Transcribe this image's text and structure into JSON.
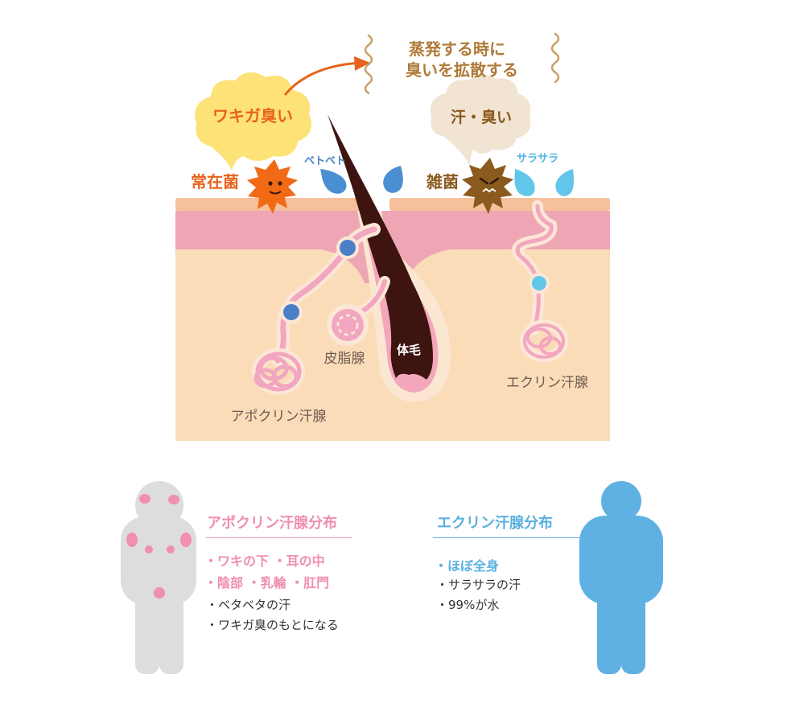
{
  "colors": {
    "apocrine": "#f08fae",
    "eccrine": "#5ab0e0",
    "skin_top": "#f6c09c",
    "dermis": "#eea6b4",
    "tissue": "#fadcb8",
    "gland": "#f2a6bf",
    "hair": "#3d1410",
    "orange_text": "#e8631c",
    "brown_text": "#8a5a1e",
    "wavy": "#c8a066",
    "bubble_yellow": "#fde278",
    "bubble_beige": "#f1e4d2",
    "figure_grey": "#dddddd",
    "figure_blue": "#5fb1e3",
    "drop_blue": "#4a8fd2",
    "drop_light": "#62c6ea"
  },
  "diagram": {
    "evaporate_line1": "蒸発する時に",
    "evaporate_line2": "臭いを拡散する",
    "bubble_left": "ワキガ臭い",
    "bubble_right": "汗・臭い",
    "resident_bacteria": "常在菌",
    "misc_bacteria": "雑菌",
    "sticky": "ベトベト",
    "smooth": "サラサラ",
    "body_hair": "体毛",
    "sebaceous_gland": "皮脂腺",
    "apocrine_gland": "アポクリン汗腺",
    "eccrine_gland": "エクリン汗腺"
  },
  "legend_apocrine": {
    "title": "アポクリン汗腺分布",
    "item1": "・ワキの下 ・耳の中",
    "item2": "・陰部 ・乳輪 ・肛門",
    "item3": "・ベタベタの汗",
    "item4": "・ワキガ臭のもとになる"
  },
  "legend_eccrine": {
    "title": "エクリン汗腺分布",
    "item1": "・ほぼ全身",
    "item2": "・サラサラの汗",
    "item3": "・99%が水"
  }
}
